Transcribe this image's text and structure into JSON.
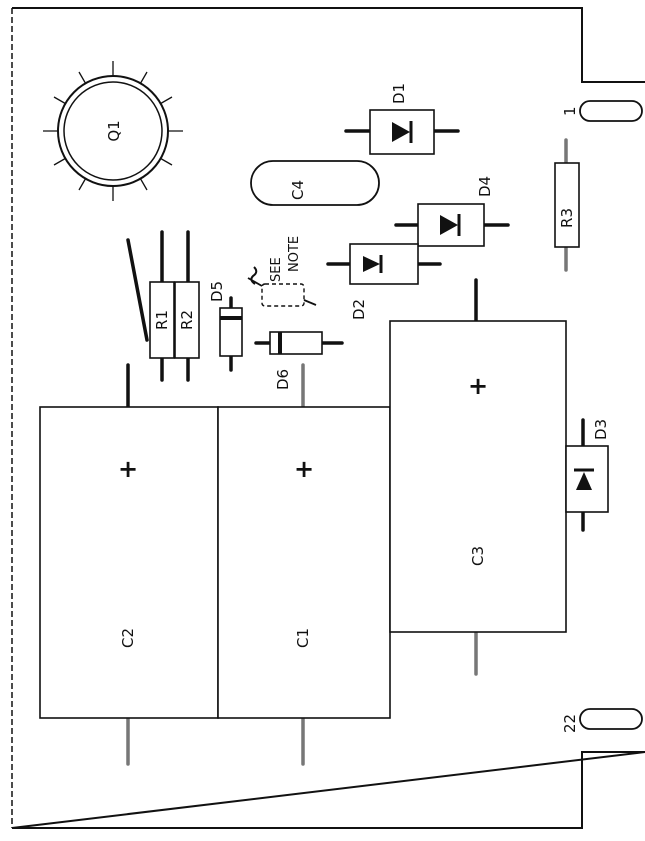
{
  "labels": {
    "q1": "Q1",
    "d1": "D1",
    "d2": "D2",
    "d3": "D3",
    "d4": "D4",
    "d5": "D5",
    "d6": "D6",
    "c1": "C1",
    "c2": "C2",
    "c3": "C3",
    "c4": "C4",
    "r1": "R1",
    "r2": "R2",
    "r3": "R3",
    "note_line1": "SEE",
    "note_line2": "NOTE",
    "pin1": "1",
    "pin22": "22",
    "plus": "+"
  },
  "colors": {
    "ink": "#111111",
    "paper": "#ffffff",
    "lead_gray": "#777777"
  }
}
